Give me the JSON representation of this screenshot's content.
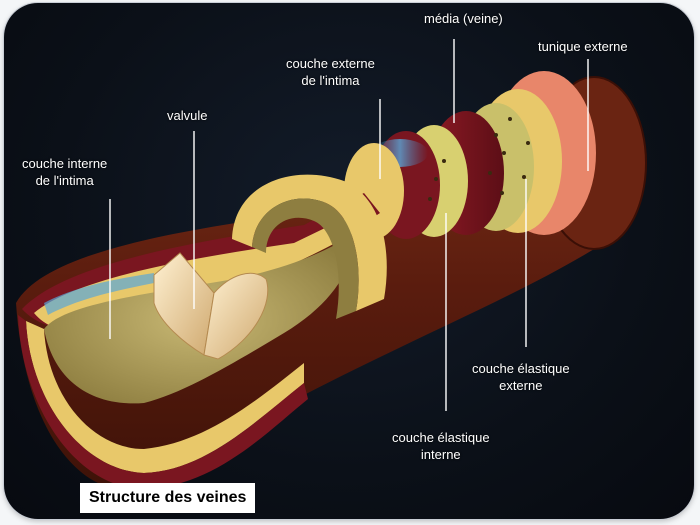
{
  "caption": "Structure des veines",
  "labels": {
    "media": "média (veine)",
    "tunique_externe": "tunique externe",
    "couche_externe_intima_1": "couche externe",
    "couche_externe_intima_2": "de l'intima",
    "valvule": "valvule",
    "couche_interne_intima_1": "couche interne",
    "couche_interne_intima_2": "de l'intima",
    "couche_elastique_externe_1": "couche élastique",
    "couche_elastique_externe_2": "externe",
    "couche_elastique_interne_1": "couche élastique",
    "couche_elastique_interne_2": "interne"
  },
  "colors": {
    "background": "#0b1018",
    "adventitia": "#6a2412",
    "media_layer": "#7a1620",
    "intima_outer": "#8a8a3a",
    "lumen": "#b8a866",
    "elastic": "#e8c86a",
    "valve": "#f0dcb6",
    "leader_line": "#ffffff"
  }
}
